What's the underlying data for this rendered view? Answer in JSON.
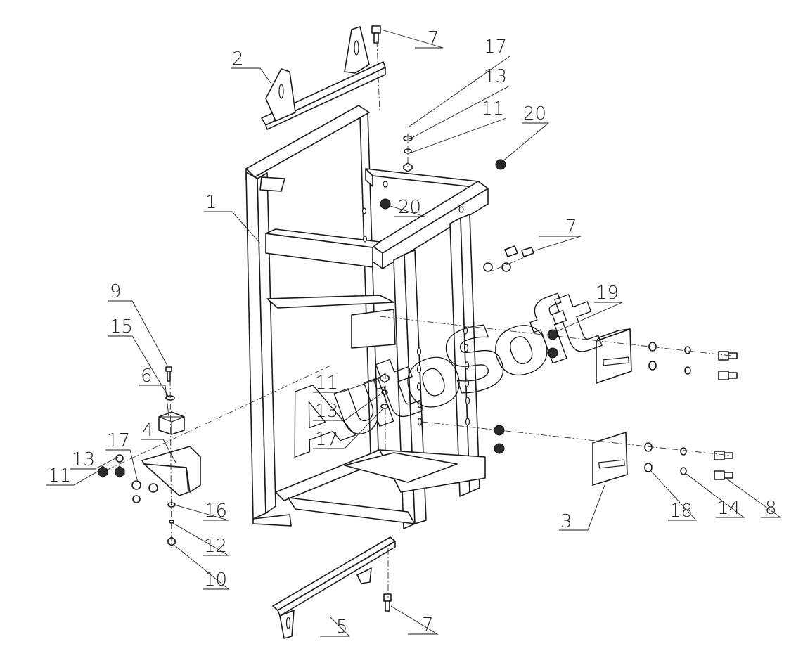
{
  "watermark": "AutoSoft",
  "callouts": [
    {
      "id": "c-1",
      "label": "1"
    },
    {
      "id": "c-2",
      "label": "2"
    },
    {
      "id": "c-3",
      "label": "3"
    },
    {
      "id": "c-4",
      "label": "4"
    },
    {
      "id": "c-5",
      "label": "5"
    },
    {
      "id": "c-6",
      "label": "6"
    },
    {
      "id": "c-7a",
      "label": "7"
    },
    {
      "id": "c-7b",
      "label": "7"
    },
    {
      "id": "c-7c",
      "label": "7"
    },
    {
      "id": "c-8",
      "label": "8"
    },
    {
      "id": "c-9",
      "label": "9"
    },
    {
      "id": "c-10",
      "label": "10"
    },
    {
      "id": "c-11a",
      "label": "11"
    },
    {
      "id": "c-11b",
      "label": "11"
    },
    {
      "id": "c-11c",
      "label": "11"
    },
    {
      "id": "c-12",
      "label": "12"
    },
    {
      "id": "c-13a",
      "label": "13"
    },
    {
      "id": "c-13b",
      "label": "13"
    },
    {
      "id": "c-13c",
      "label": "13"
    },
    {
      "id": "c-14",
      "label": "14"
    },
    {
      "id": "c-15",
      "label": "15"
    },
    {
      "id": "c-16",
      "label": "16"
    },
    {
      "id": "c-17a",
      "label": "17"
    },
    {
      "id": "c-17b",
      "label": "17"
    },
    {
      "id": "c-17c",
      "label": "17"
    },
    {
      "id": "c-18",
      "label": "18"
    },
    {
      "id": "c-19",
      "label": "19"
    },
    {
      "id": "c-20a",
      "label": "20"
    },
    {
      "id": "c-20b",
      "label": "20"
    }
  ]
}
